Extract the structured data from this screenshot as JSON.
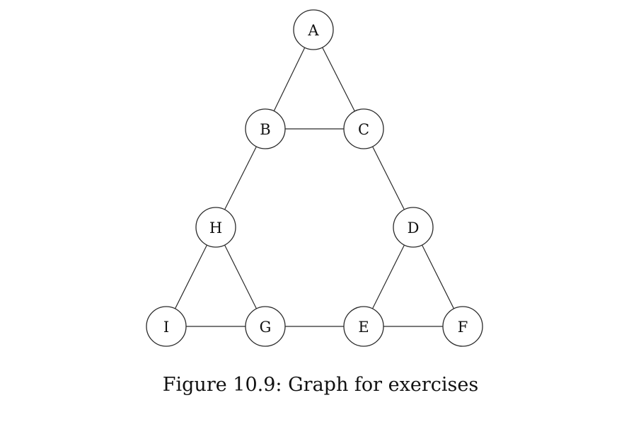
{
  "graph": {
    "nodes": [
      "A",
      "B",
      "C",
      "D",
      "E",
      "F",
      "G",
      "H",
      "I"
    ],
    "edges": [
      [
        "A",
        "B"
      ],
      [
        "A",
        "C"
      ],
      [
        "B",
        "C"
      ],
      [
        "B",
        "H"
      ],
      [
        "C",
        "D"
      ],
      [
        "H",
        "I"
      ],
      [
        "H",
        "G"
      ],
      [
        "I",
        "G"
      ],
      [
        "G",
        "E"
      ],
      [
        "D",
        "E"
      ],
      [
        "D",
        "F"
      ],
      [
        "E",
        "F"
      ]
    ]
  },
  "caption": "Figure 10.9: Graph for exercises"
}
